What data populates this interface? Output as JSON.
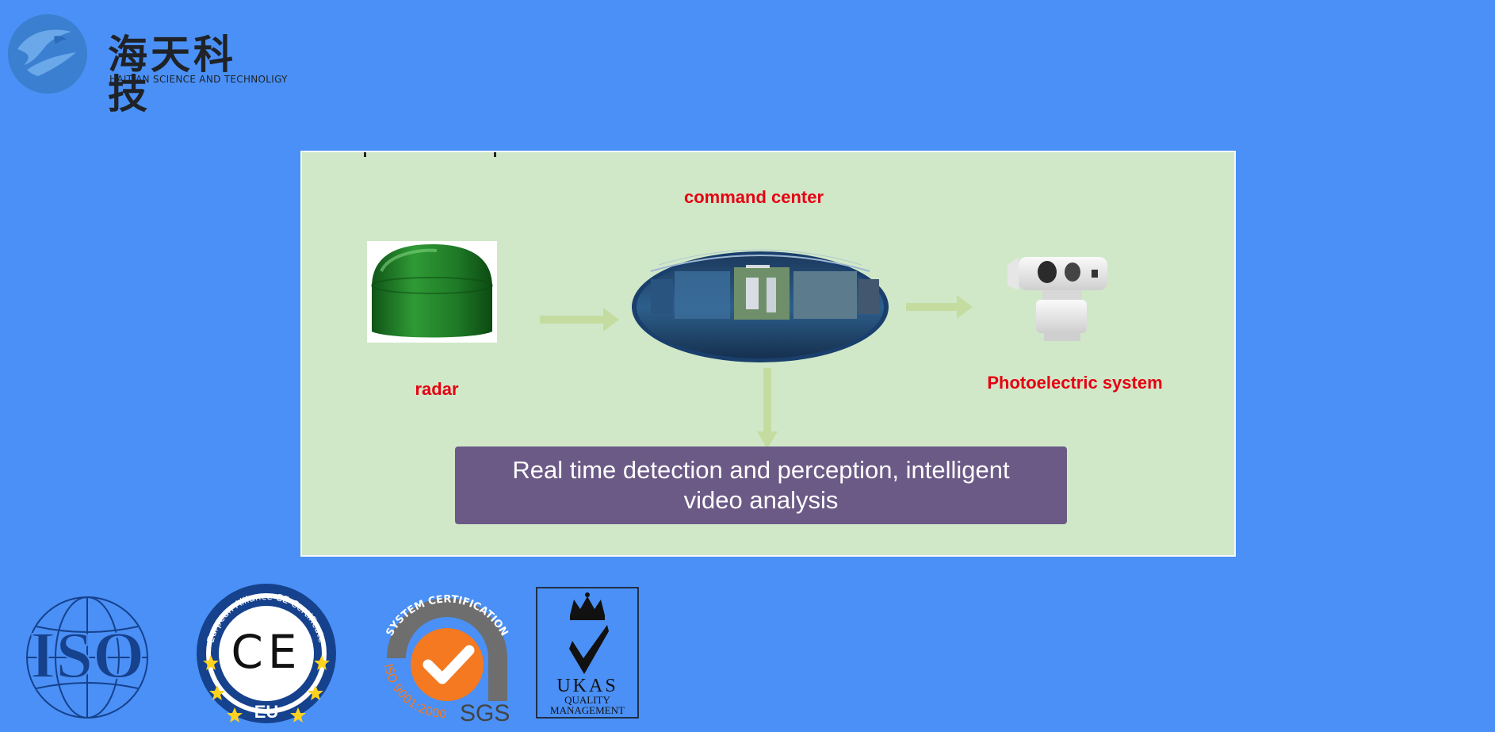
{
  "brand": {
    "name_cn": "海天科技",
    "name_en": "HAITIAN SCIENCE AND TECHNOLIGY"
  },
  "diagram": {
    "nodes": {
      "radar": "radar",
      "command_center": "command center",
      "photoelectric": "Photoelectric system"
    },
    "result": "Real time detection and perception, intelligent video analysis",
    "colors": {
      "panel_bg": "#d0e8c8",
      "label": "#e60012",
      "result_bg": "#6b5a86",
      "arrow": "#c4dca0"
    }
  },
  "certifications": {
    "iso": "ISO",
    "ce": {
      "mark": "CE",
      "region": "EU",
      "ring_text": "Eurpean Alliance CE Certificate"
    },
    "sgs": {
      "ring_top": "SYSTEM CERTIFICATION",
      "ring_bottom": "ISO 9001:2000",
      "name": "SGS"
    },
    "ukas": {
      "name": "UKAS",
      "line1": "QUALITY",
      "line2": "MANAGEMENT"
    }
  },
  "colors": {
    "background": "#4a90f6",
    "logo_blue": "#3a7fd0",
    "cert_navy": "#16418c",
    "sgs_orange": "#f47920"
  }
}
